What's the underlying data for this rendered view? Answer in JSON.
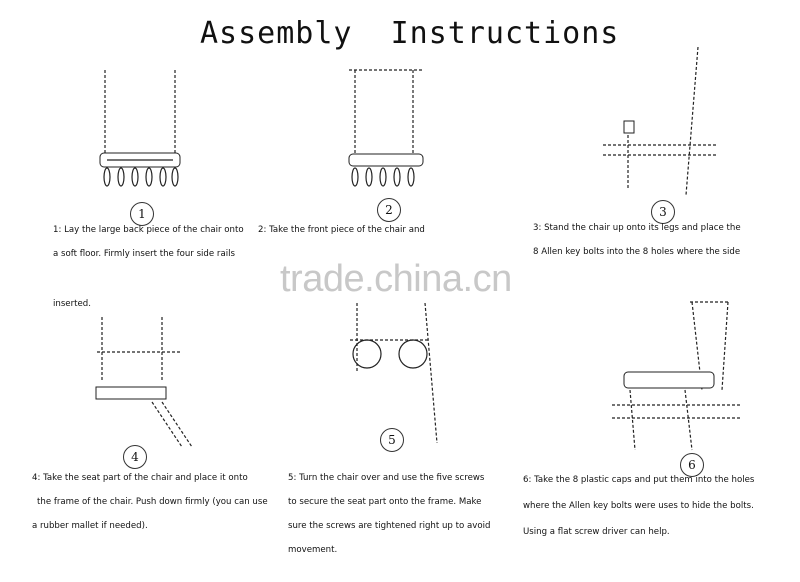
{
  "title": "Assembly  Instructions",
  "watermark": "trade.china.cn",
  "steps": [
    {
      "num": "1",
      "lines": [
        "1: Lay the large back piece of the chair onto",
        "a soft floor. Firmly insert the four side rails",
        "inserted."
      ]
    },
    {
      "num": "2",
      "lines": [
        "2: Take the front piece of the chair and"
      ]
    },
    {
      "num": "3",
      "lines": [
        "3: Stand the chair up onto its legs and place the",
        "8 Allen key bolts into the 8 holes where the side"
      ]
    },
    {
      "num": "4",
      "lines": [
        "4: Take the seat part of the chair and place it onto",
        "the frame of the chair. Push down firmly (you can use",
        "a rubber mallet if needed)."
      ]
    },
    {
      "num": "5",
      "lines": [
        "5: Turn the chair over and use the five screws",
        "to secure the seat part onto the frame. Make",
        "sure the screws are tightened right up to avoid",
        "movement."
      ]
    },
    {
      "num": "6",
      "lines": [
        "6: Take the 8 plastic caps and put them into the holes",
        "where the Allen key bolts were uses to hide the bolts.",
        "Using a flat screw driver can help."
      ]
    }
  ]
}
